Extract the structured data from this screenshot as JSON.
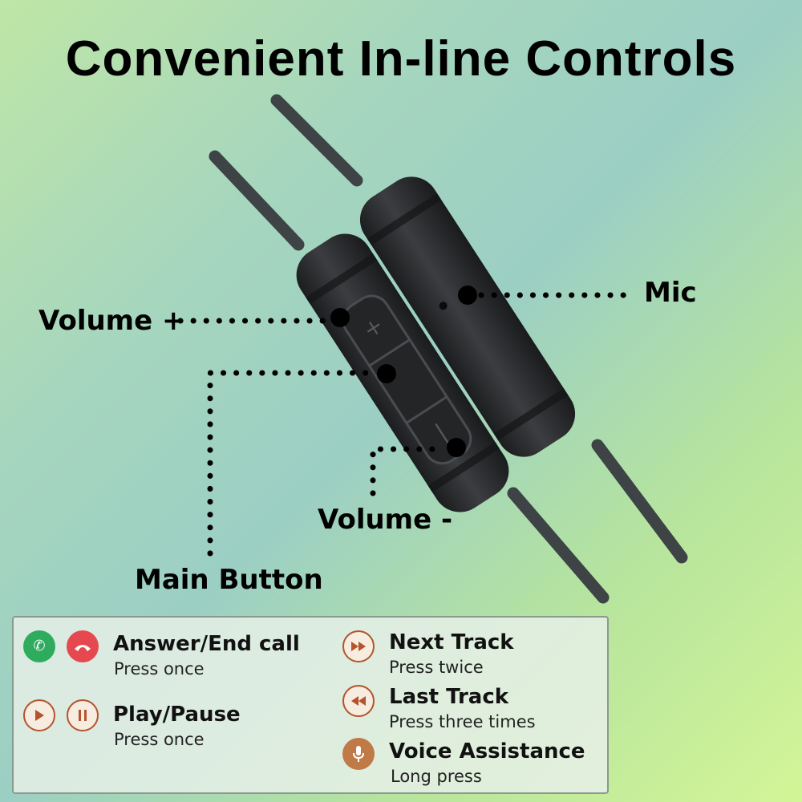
{
  "title": "Convenient In-line Controls",
  "callouts": {
    "mic": "Mic",
    "volume_plus": "Volume +",
    "volume_minus": "Volume -",
    "main_button": "Main Button"
  },
  "panel": {
    "answer_end_call": {
      "title": "Answer/End call",
      "action": "Press once"
    },
    "play_pause": {
      "title": "Play/Pause",
      "action": "Press once"
    },
    "next_track": {
      "title": "Next Track",
      "action": "Press twice"
    },
    "last_track": {
      "title": "Last Track",
      "action": "Press three times"
    },
    "voice_assistance": {
      "title": "Voice Assistance",
      "action": "Long press"
    }
  },
  "colors": {
    "answer_icon": "#2eab5d",
    "end_call_icon": "#e5484f",
    "media_icon_ring": "#b5532d",
    "mic_icon": "#bf7a48",
    "remote_body": "#2b2d2f"
  },
  "icons": [
    "phone-answer-icon",
    "phone-hangup-icon",
    "play-icon",
    "pause-icon",
    "fast-forward-icon",
    "rewind-icon",
    "microphone-icon"
  ]
}
